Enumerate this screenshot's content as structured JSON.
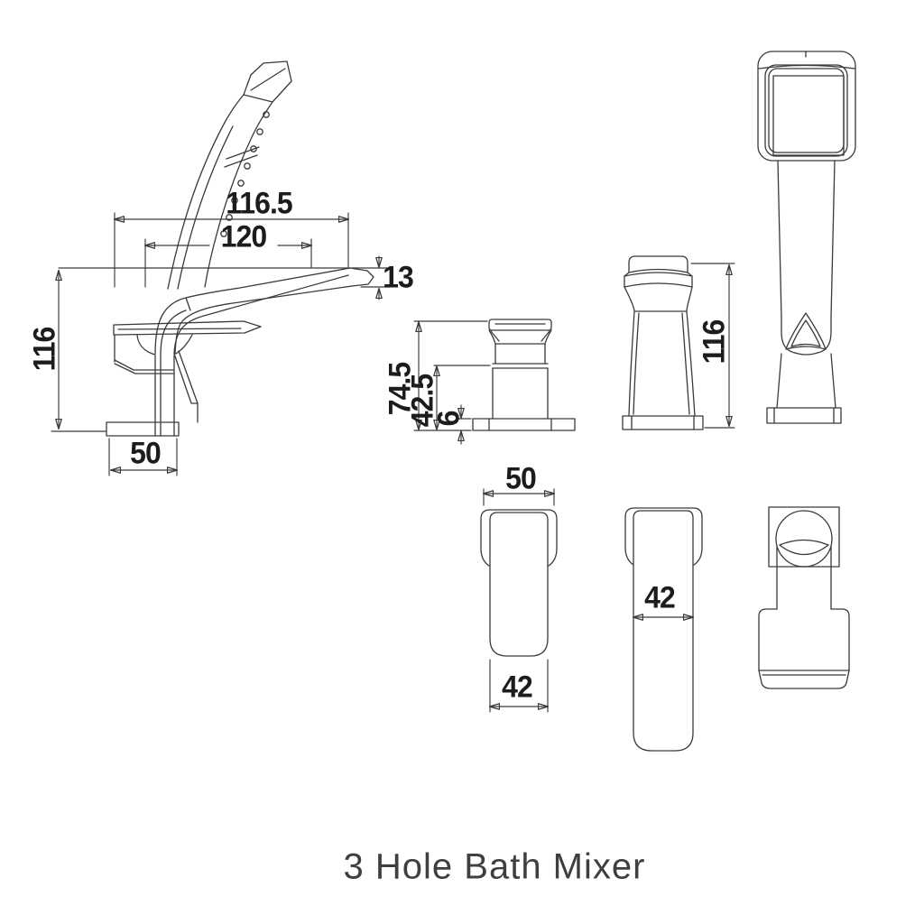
{
  "page": {
    "title": "3 Hole Bath Mixer",
    "background": "#ffffff"
  },
  "drawing": {
    "line_color": "#3a3a3a",
    "dim_text_color": "#1c1c1c",
    "title_color": "#3f3f3f",
    "nozzle_fill": "#5a5a5a"
  },
  "dimensions": {
    "mixer": {
      "reach_overall": "116.5",
      "reach": "120",
      "tip_height": "13",
      "height": "116",
      "base_width": "50"
    },
    "spout": {
      "height": "74.5",
      "lower_height": "42.5",
      "base_thickness": "6"
    },
    "valve": {
      "height": "116"
    },
    "handle_top": {
      "outer_width": "50",
      "inner_width": "42"
    },
    "handle_front": {
      "width": "42"
    }
  }
}
